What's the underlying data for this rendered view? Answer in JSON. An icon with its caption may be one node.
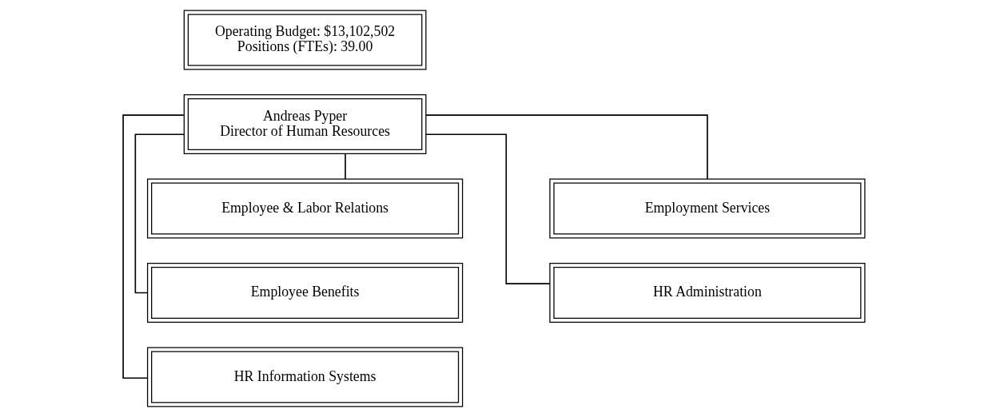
{
  "diagram": {
    "nodes": [
      {
        "text": [
          "Operating Budget: $13,102,502",
          "Positions (FTEs): 39.00"
        ]
      },
      {
        "text": [
          "Andreas Pyper",
          "Director of Human Resources"
        ]
      },
      {
        "text": [
          "Employee & Labor Relations"
        ]
      },
      {
        "text": [
          "Employment Services"
        ]
      },
      {
        "text": [
          "Employee Benefits"
        ]
      },
      {
        "text": [
          "HR Administration"
        ]
      },
      {
        "text": [
          "HR Information Systems"
        ]
      }
    ],
    "edges": [
      {
        "from": 1,
        "to": 2,
        "arrow": "none"
      },
      {
        "from": 1,
        "to": 3,
        "arrow": "none"
      },
      {
        "from": 1,
        "to": 4,
        "arrow": "none"
      },
      {
        "from": 1,
        "to": 5,
        "arrow": "none"
      },
      {
        "from": 1,
        "to": 6,
        "arrow": "none"
      }
    ]
  }
}
